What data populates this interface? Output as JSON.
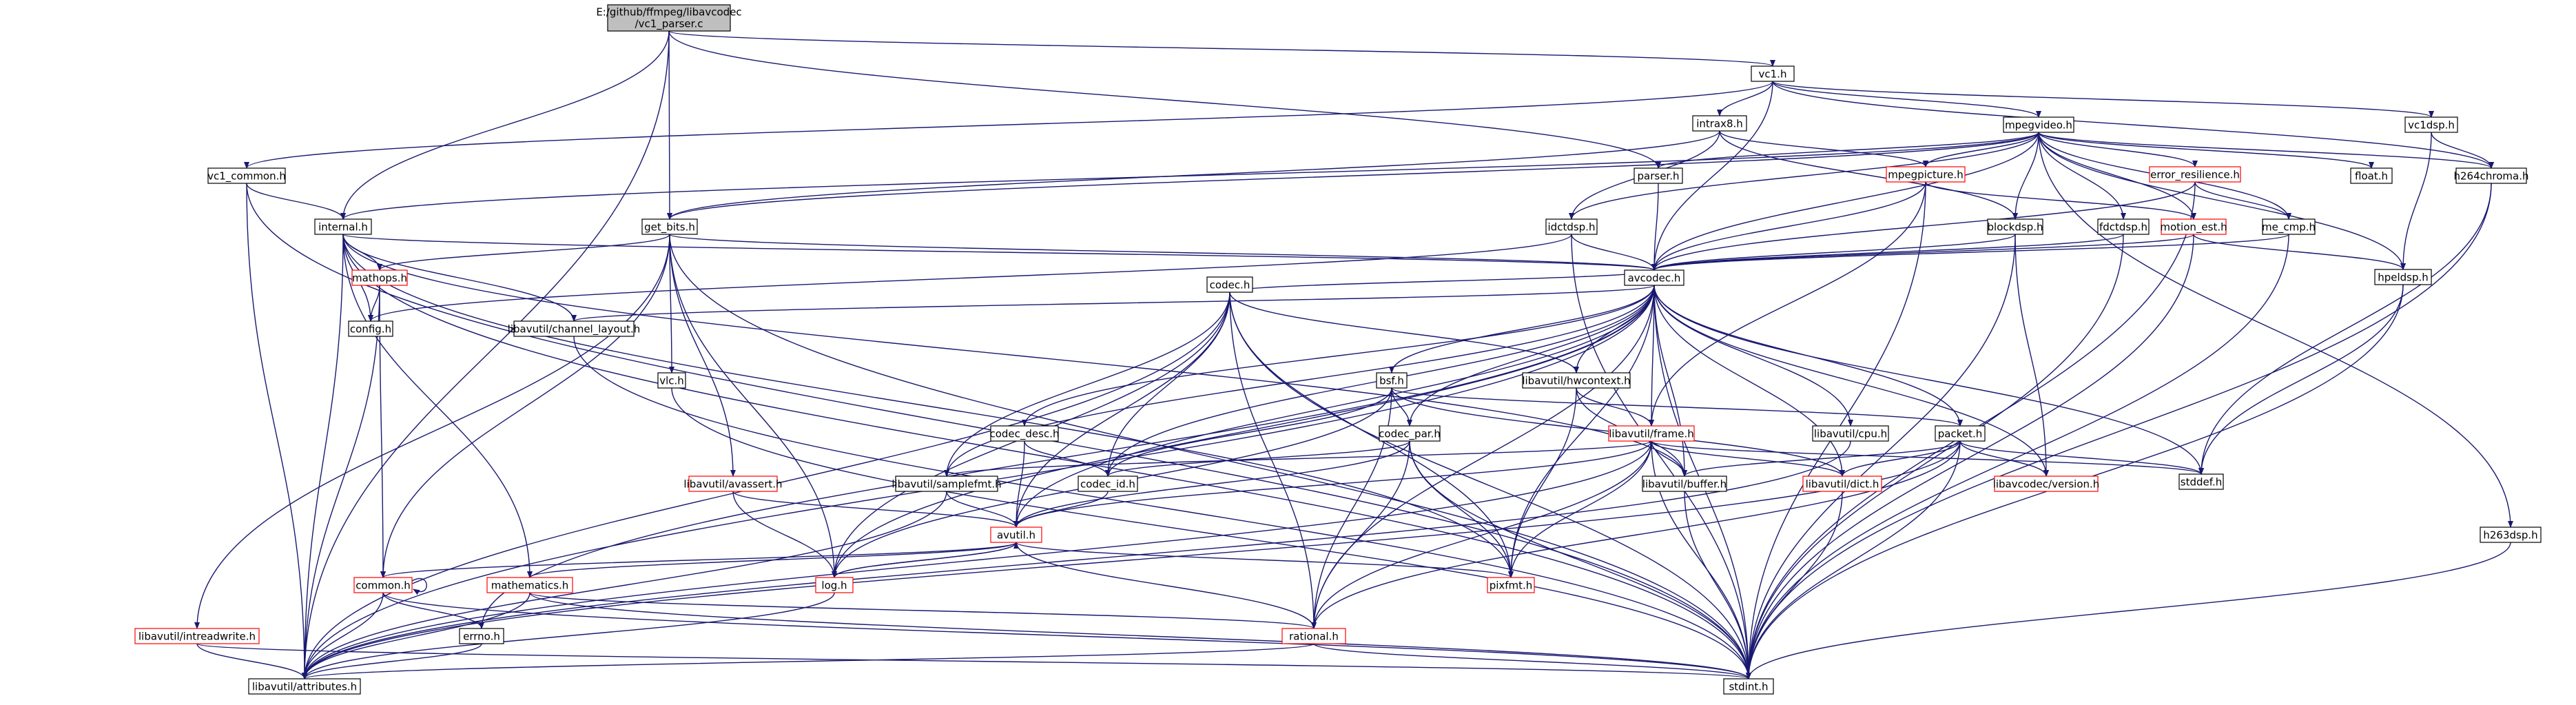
{
  "graph": {
    "root_file": {
      "line1": "E:/github/ffmpeg/libavcodec",
      "line2": "/vc1_parser.c"
    },
    "headers": {
      "vc1": "vc1.h",
      "vc1_common": "vc1_common.h",
      "intrax8": "intrax8.h",
      "mpegvideo": "mpegvideo.h",
      "vc1dsp": "vc1dsp.h",
      "parser": "parser.h",
      "mpegpicture": "mpegpicture.h",
      "error_resilience": "error_resilience.h",
      "float": "float.h",
      "h264chroma": "h264chroma.h",
      "internal": "internal.h",
      "get_bits": "get_bits.h",
      "idctdsp": "idctdsp.h",
      "blockdsp": "blockdsp.h",
      "fdctdsp": "fdctdsp.h",
      "motion_est": "motion_est.h",
      "me_cmp": "me_cmp.h",
      "hpeldsp": "hpeldsp.h",
      "mathops": "mathops.h",
      "avcodec": "avcodec.h",
      "config": "config.h",
      "channel_layout": "libavutil/channel_layout.h",
      "codec": "codec.h",
      "vlc": "vlc.h",
      "bsf": "bsf.h",
      "hwcontext": "libavutil/hwcontext.h",
      "codec_desc": "codec_desc.h",
      "codec_par": "codec_par.h",
      "frame": "libavutil/frame.h",
      "cpu": "libavutil/cpu.h",
      "packet": "packet.h",
      "stddef": "stddef.h",
      "avassert": "libavutil/avassert.h",
      "samplefmt": "libavutil/samplefmt.h",
      "codec_id": "codec_id.h",
      "buffer": "libavutil/buffer.h",
      "dict": "libavutil/dict.h",
      "version": "libavcodec/version.h",
      "avutil": "avutil.h",
      "h263dsp": "h263dsp.h",
      "common": "common.h",
      "mathematics": "mathematics.h",
      "log": "log.h",
      "pixfmt": "pixfmt.h",
      "intreadwrite": "libavutil/intreadwrite.h",
      "errno": "errno.h",
      "rational": "rational.h",
      "attributes": "libavutil/attributes.h",
      "stdint": "stdint.h"
    }
  },
  "colors": {
    "edge": "#191970",
    "node_border": "#000000",
    "linked_node_border": "#ff0000",
    "root_fill": "#bfbfbf",
    "node_fill": "#ffffff"
  }
}
